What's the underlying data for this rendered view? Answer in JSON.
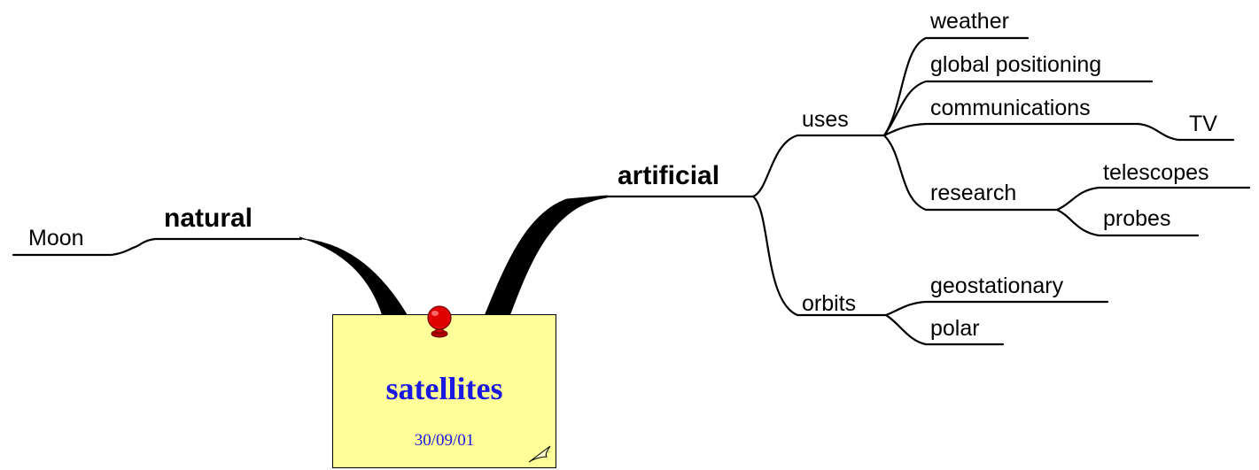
{
  "center": {
    "title": "satellites",
    "date": "30/09/01",
    "note_color": "#ffff99",
    "text_color": "#1a1ae0",
    "pin_color": "#e00000"
  },
  "branches": {
    "natural": {
      "label": "natural",
      "children": {
        "moon": "Moon"
      }
    },
    "artificial": {
      "label": "artificial",
      "uses": {
        "label": "uses",
        "weather": "weather",
        "global_positioning": "global positioning",
        "communications": {
          "label": "communications",
          "tv": "TV"
        },
        "research": {
          "label": "research",
          "telescopes": "telescopes",
          "probes": "probes"
        }
      },
      "orbits": {
        "label": "orbits",
        "geostationary": "geostationary",
        "polar": "polar"
      }
    }
  }
}
